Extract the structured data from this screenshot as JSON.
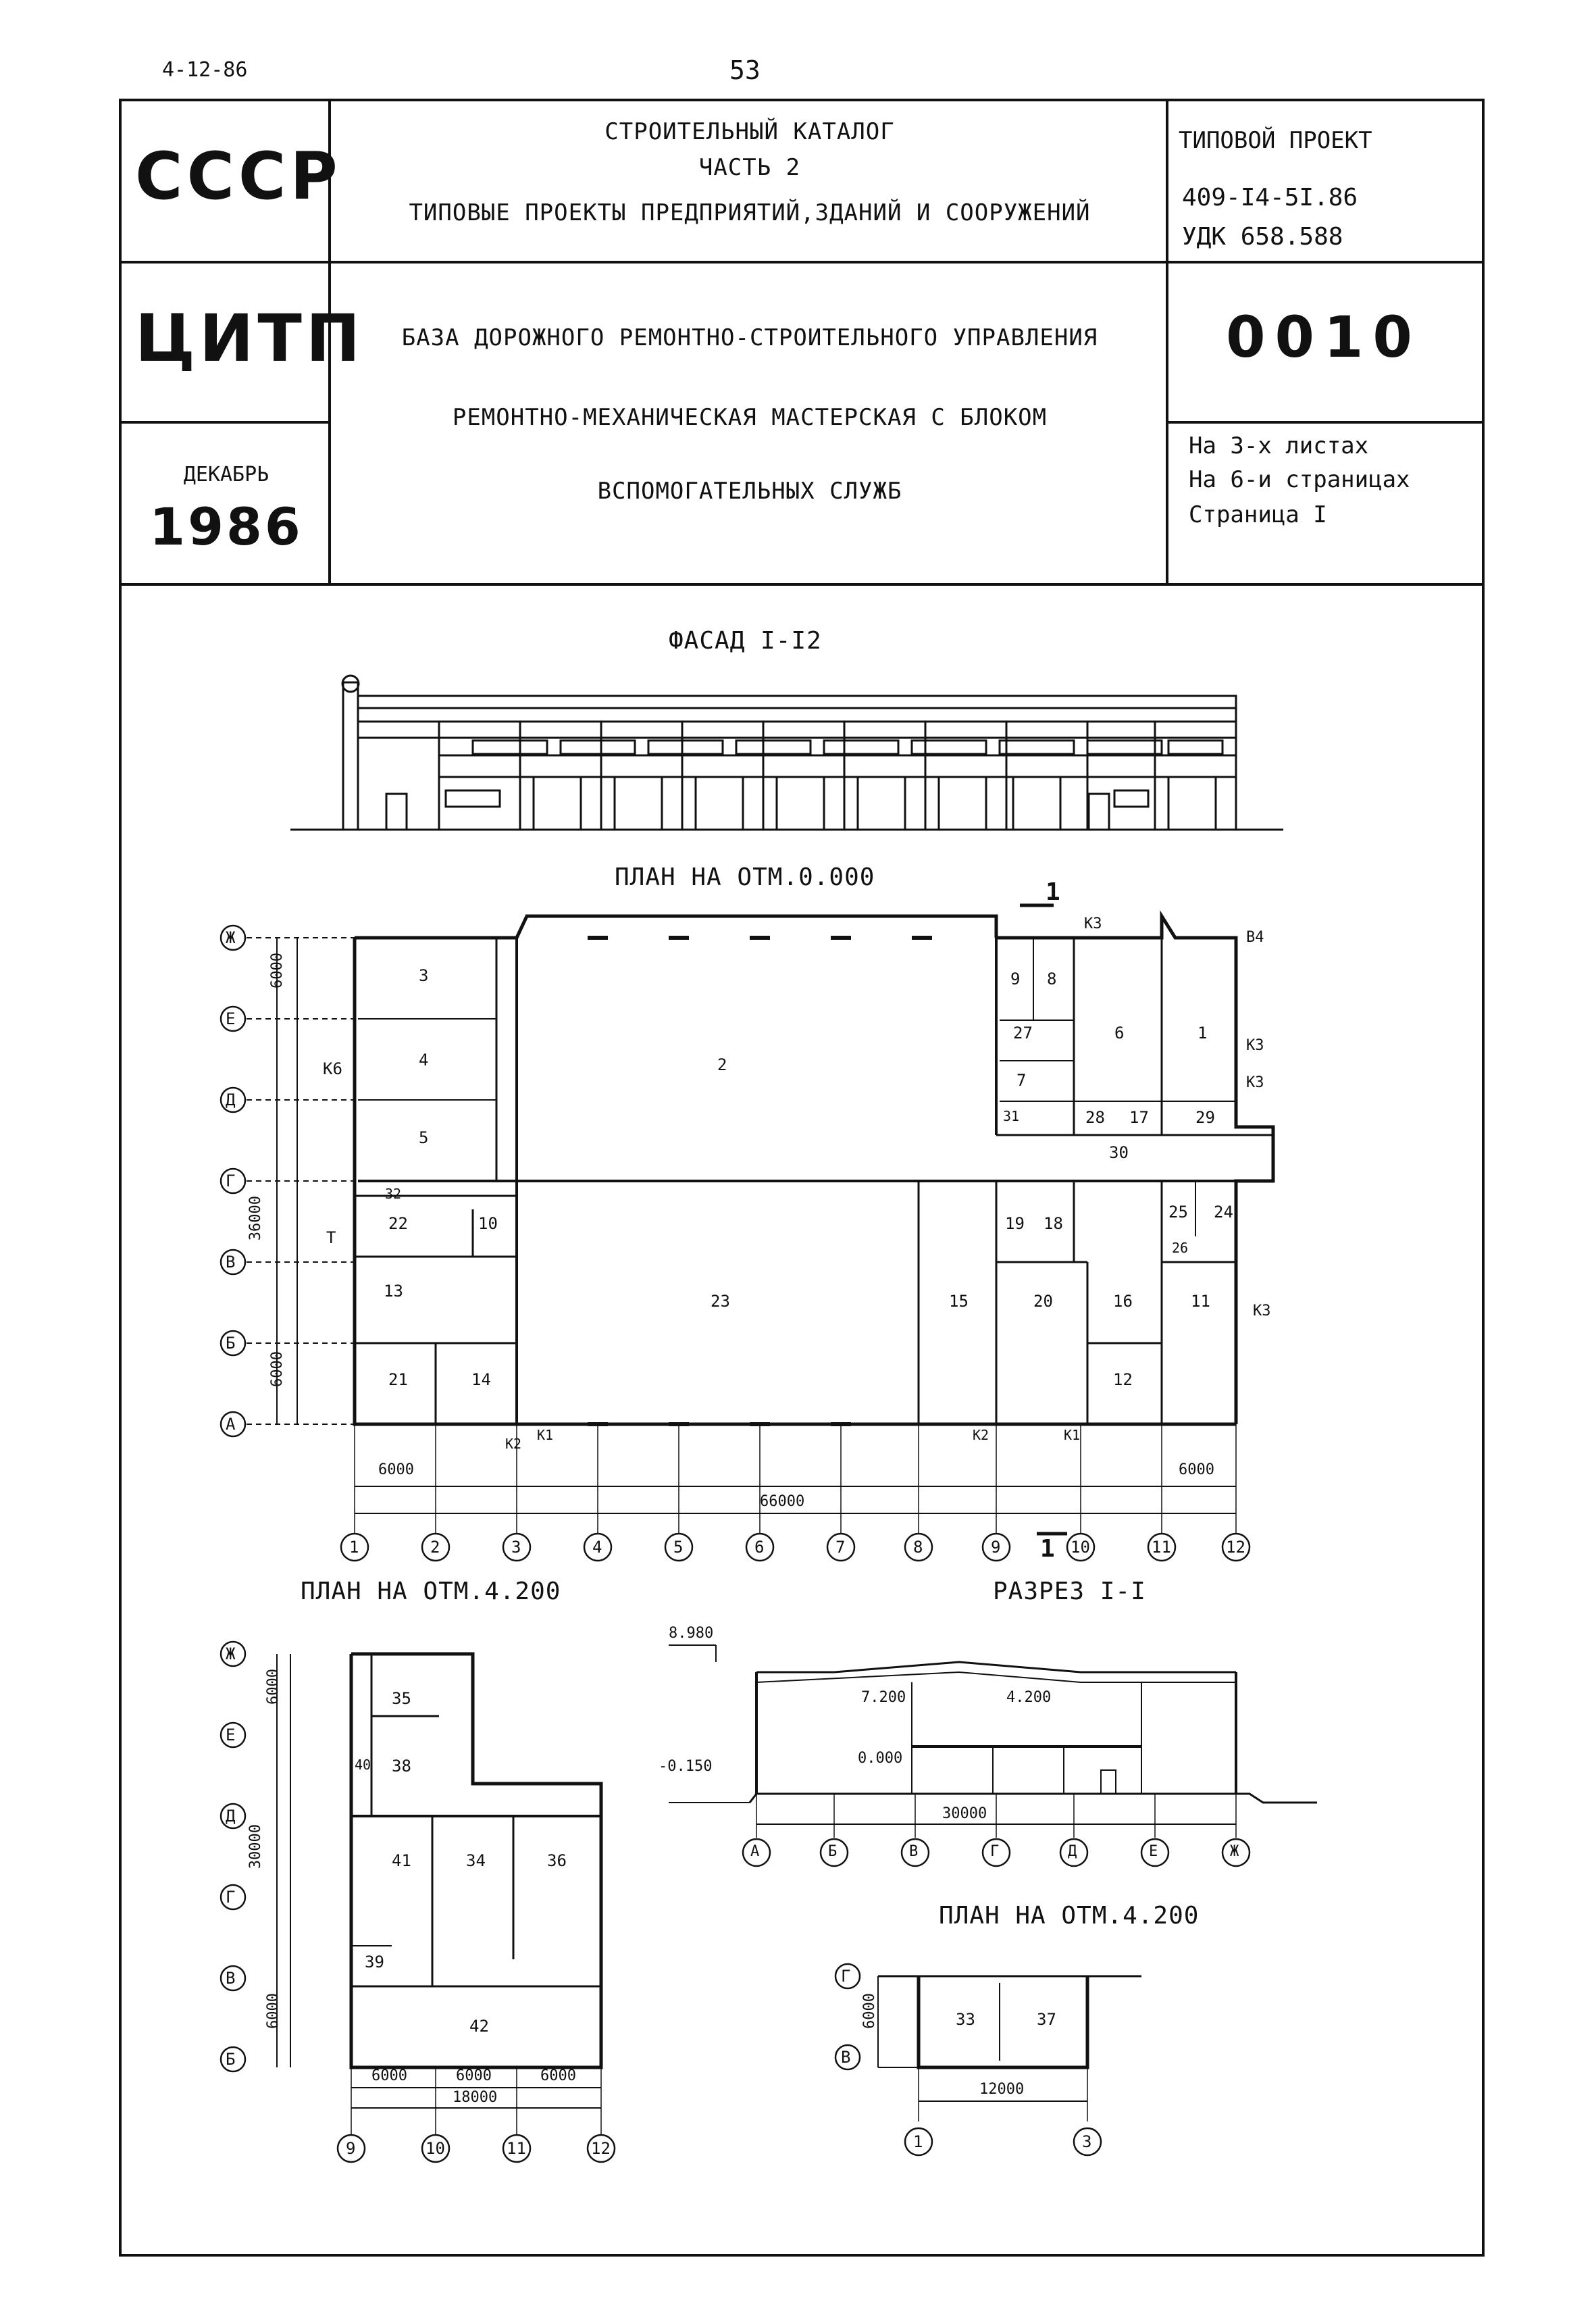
{
  "header": {
    "doc_code": "4-12-86",
    "page_number": "53",
    "country": "СССР",
    "org": "ЦИТП",
    "month": "ДЕКАБРЬ",
    "year": "1986",
    "catalog_line1": "СТРОИТЕЛЬНЫЙ КАТАЛОГ",
    "catalog_line2": "ЧАСТЬ 2",
    "catalog_line3": "ТИПОВЫЕ ПРОЕКТЫ ПРЕДПРИЯТИЙ,ЗДАНИЙ И СООРУЖЕНИЙ",
    "project_label": "ТИПОВОЙ ПРОЕКТ",
    "project_number": "409-I4-5I.86",
    "udk": "УДК 658.588",
    "title_line1": "БАЗА ДОРОЖНОГО РЕМОНТНО-СТРОИТЕЛЬНОГО УПРАВЛЕНИЯ",
    "title_line2": "РЕМОНТНО-МЕХАНИЧЕСКАЯ МАСТЕРСКАЯ С БЛОКОМ",
    "title_line3": "ВСПОМОГАТЕЛЬНЫХ СЛУЖБ",
    "sheet_code": "0010",
    "sheets_info": "На 3-х листах",
    "pages_info": "На 6-и страницах",
    "page_info": "Страница I"
  },
  "drawings": {
    "facade_title": "ФАСАД I-I2",
    "plan_ground_title": "ПЛАН НА ОТМ.0.000",
    "plan_upper_title": "ПЛАН НА ОТМ.4.200",
    "section_title": "РАЗРЕЗ I-I",
    "plan_upper2_title": "ПЛАН НА ОТМ.4.200"
  },
  "ground_plan": {
    "row_axes": [
      "Ж",
      "Е",
      "Д",
      "Г",
      "В",
      "Б",
      "А"
    ],
    "col_axes": [
      "1",
      "2",
      "3",
      "4",
      "5",
      "6",
      "7",
      "8",
      "9",
      "10",
      "11",
      "12"
    ],
    "dims": {
      "side_6000_top": "6000",
      "side_36000": "36000",
      "side_6000_bottom": "6000",
      "bottom_6000_left": "6000",
      "bottom_66000": "66000",
      "bottom_6000_right": "6000"
    },
    "rooms": [
      "1",
      "2",
      "3",
      "4",
      "5",
      "6",
      "7",
      "8",
      "9",
      "10",
      "11",
      "12",
      "13",
      "14",
      "15",
      "16",
      "17",
      "18",
      "19",
      "20",
      "21",
      "22",
      "23",
      "24",
      "25",
      "26",
      "27",
      "28",
      "29",
      "30",
      "31",
      "32"
    ],
    "markers": {
      "k6": "K6",
      "k3": "K3",
      "k1": "K1",
      "k2": "K2",
      "b4": "B4",
      "t": "T",
      "section_mark": "1"
    }
  },
  "upper_plan": {
    "row_axes": [
      "Ж",
      "Е",
      "Д",
      "Г",
      "В",
      "Б"
    ],
    "col_axes": [
      "9",
      "10",
      "11",
      "12"
    ],
    "dims": {
      "side_6000_top": "6000",
      "side_30000": "30000",
      "side_6000_bottom": "6000",
      "col_6000_a": "6000",
      "col_6000_b": "6000",
      "col_6000_c": "6000",
      "total_18000": "18000"
    },
    "rooms": [
      "35",
      "38",
      "40",
      "41",
      "34",
      "36",
      "39",
      "42"
    ]
  },
  "section": {
    "level_top": "8.980",
    "level_7200": "7.200",
    "level_4200": "4.200",
    "level_0": "0.000",
    "level_minus": "-0.150",
    "span": "30000",
    "axes": [
      "А",
      "Б",
      "В",
      "Г",
      "Д",
      "Е",
      "Ж"
    ]
  },
  "upper_plan2": {
    "row_axes": [
      "Г",
      "В"
    ],
    "col_axes": [
      "1",
      "3"
    ],
    "dims": {
      "side_6000": "6000",
      "bottom_12000": "12000"
    },
    "rooms": [
      "33",
      "37"
    ]
  }
}
